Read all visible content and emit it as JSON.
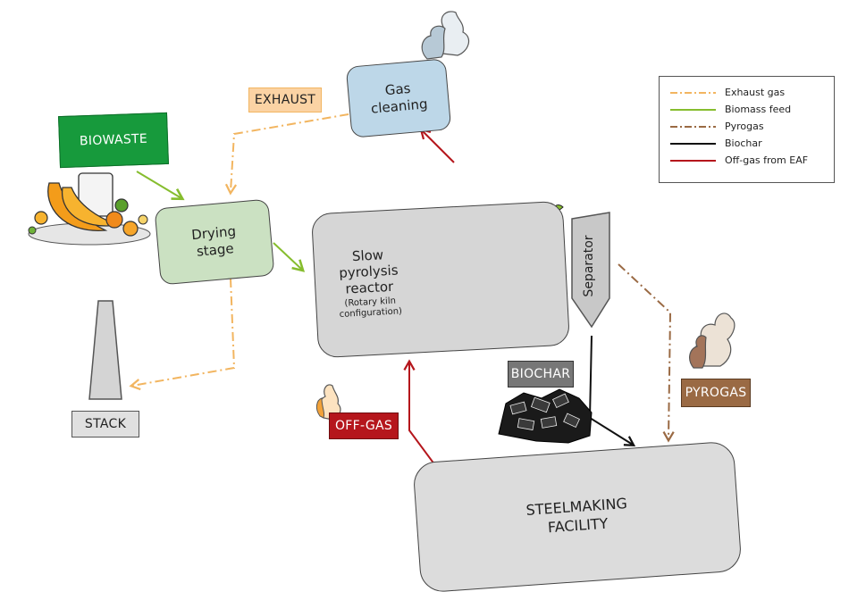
{
  "nodes": {
    "gas_cleaning": "Gas\ncleaning",
    "drying_stage": "Drying\nstage",
    "reactor": "Slow\npyrolysis\nreactor",
    "reactor_note": "(Rotary kiln\nconfiguration)",
    "separator": "Separator",
    "steelmaking": "STEELMAKING\nFACILITY"
  },
  "labels": {
    "exhaust": "EXHAUST",
    "biowaste": "BIOWASTE",
    "stack": "STACK",
    "biochar": "BIOCHAR",
    "pyrogas": "PYROGAS",
    "offgas": "OFF-GAS"
  },
  "legend": [
    {
      "label": "Exhaust gas",
      "color": "#f2b560",
      "style": "dash-dot"
    },
    {
      "label": "Biomass feed",
      "color": "#86bd2e",
      "style": "solid"
    },
    {
      "label": "Pyrogas",
      "color": "#9a6a44",
      "style": "dash-dot"
    },
    {
      "label": "Biochar",
      "color": "#111111",
      "style": "solid"
    },
    {
      "label": "Off-gas from EAF",
      "color": "#b5161c",
      "style": "solid"
    }
  ],
  "colors": {
    "exhaust": "#f2b560",
    "biomass": "#86bd2e",
    "pyrogas": "#9a6a44",
    "biochar": "#111111",
    "offgas": "#b5161c"
  }
}
